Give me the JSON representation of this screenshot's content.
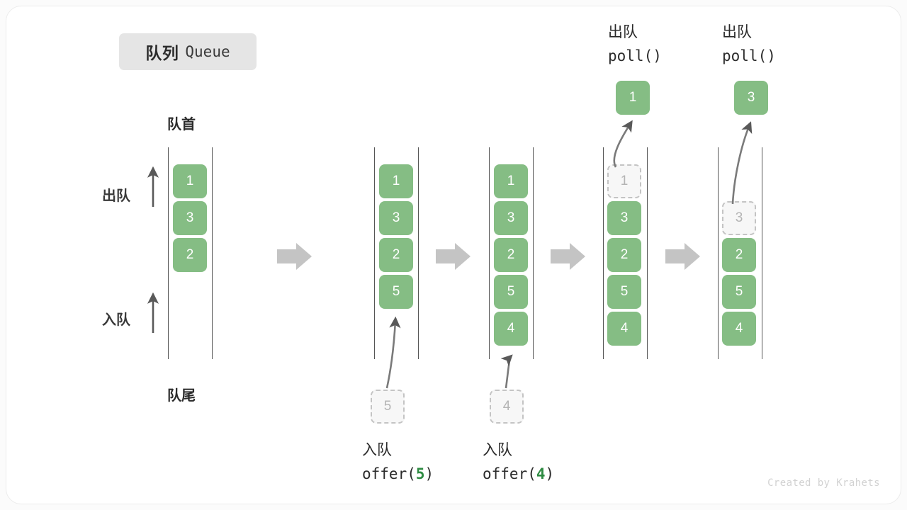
{
  "title": {
    "cn": "队列",
    "en": "Queue"
  },
  "labels": {
    "head": "队首",
    "tail": "队尾",
    "dequeue": "出队",
    "enqueue": "入队"
  },
  "colors": {
    "item_fill": "#85bd84",
    "item_text": "#ffffff",
    "ghost_fill": "#f7f7f7",
    "ghost_border": "#c4c4c4",
    "ghost_text": "#b4b4b4",
    "rail": "#555555",
    "arrow": "#595959",
    "step_arrow": "#c4c4c4",
    "accent_green": "#2e8b42",
    "badge_bg": "#e5e5e5"
  },
  "panels": [
    {
      "id": "initial",
      "items": [
        "1",
        "3",
        "2"
      ],
      "ghost": null,
      "popped": null,
      "caption_cn": "",
      "caption_code": ""
    },
    {
      "id": "offer-5",
      "items": [
        "1",
        "3",
        "2",
        "5"
      ],
      "ghost": {
        "value": "5",
        "position": "below"
      },
      "popped": null,
      "caption_cn": "入队",
      "caption_code_prefix": "offer(",
      "caption_code_arg": "5",
      "caption_code_suffix": ")"
    },
    {
      "id": "offer-4",
      "items": [
        "1",
        "3",
        "2",
        "5",
        "4"
      ],
      "ghost": {
        "value": "4",
        "position": "below"
      },
      "popped": null,
      "caption_cn": "入队",
      "caption_code_prefix": "offer(",
      "caption_code_arg": "4",
      "caption_code_suffix": ")"
    },
    {
      "id": "poll-1",
      "items": [
        "3",
        "2",
        "5",
        "4"
      ],
      "ghost": {
        "value": "1",
        "position": "slot0"
      },
      "popped": "1",
      "caption_cn": "出队",
      "caption_code_prefix": "poll(",
      "caption_code_arg": "",
      "caption_code_suffix": ")"
    },
    {
      "id": "poll-3",
      "items": [
        "2",
        "5",
        "4"
      ],
      "ghost": {
        "value": "3",
        "position": "slot1"
      },
      "popped": "3",
      "caption_cn": "出队",
      "caption_code_prefix": "poll(",
      "caption_code_arg": "",
      "caption_code_suffix": ")"
    }
  ],
  "step_arrows": 4,
  "credit": "Created by Krahets"
}
